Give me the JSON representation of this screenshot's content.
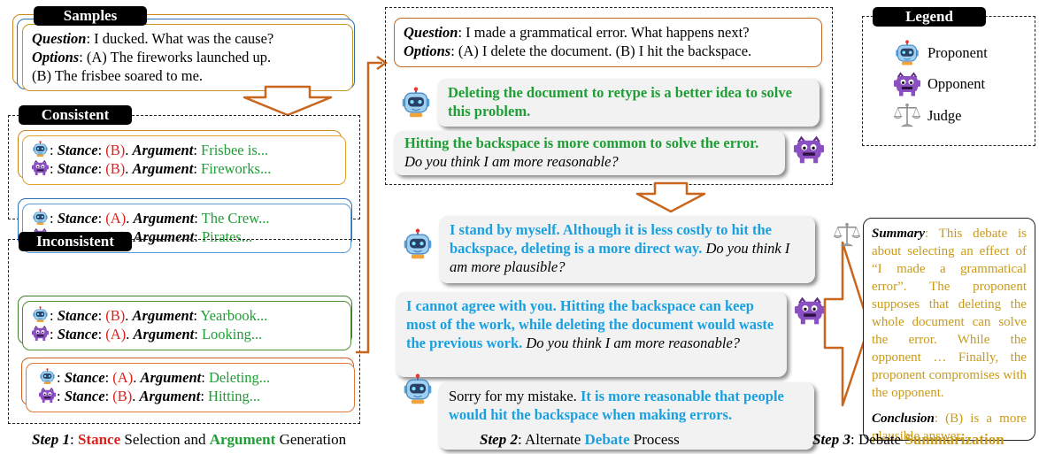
{
  "colors": {
    "stance": "#e0201b",
    "argument": "#1f9e35",
    "debate": "#1aa0e0",
    "summary": "#c99a1a",
    "sample_border": "#c8861e",
    "consistent_a": "#d08a22",
    "consistent_b": "#2f6fb8",
    "inconsistent_a": "#3e7e2a",
    "inconsistent_b": "#d06022"
  },
  "icons": {
    "proponent": "robot-icon",
    "opponent": "purple-monster-icon",
    "judge": "scales-icon"
  },
  "step1": {
    "samples_label": "Samples",
    "sample": {
      "q_label": "Question",
      "q_text": ": I ducked. What was the cause?",
      "o_label": "Options",
      "o_text": ": (A) The fireworks launched up.",
      "o_text2": "(B) The frisbee soared to me."
    },
    "consistent_label": "Consistent",
    "inconsistent_label": "Inconsistent",
    "stance_label": "Stance",
    "argument_label": "Argument",
    "colon": ": ",
    "sep": ". ",
    "arg_colon": ": ",
    "groups": [
      {
        "rows": [
          {
            "stance": "(B)",
            "arg": "Frisbee is..."
          },
          {
            "stance": "(B)",
            "arg": "Fireworks..."
          }
        ]
      },
      {
        "rows": [
          {
            "stance": "(A)",
            "arg": "The Crew..."
          },
          {
            "stance": "(A)",
            "arg": "Pirates..."
          }
        ]
      },
      {
        "rows": [
          {
            "stance": "(B)",
            "arg": "Yearbook..."
          },
          {
            "stance": "(A)",
            "arg": "Looking..."
          }
        ]
      },
      {
        "rows": [
          {
            "stance": "(A)",
            "arg": "Deleting..."
          },
          {
            "stance": "(B)",
            "arg": "Hitting..."
          }
        ]
      }
    ]
  },
  "step2": {
    "question": {
      "q_label": "Question",
      "q_text": ": I made a grammatical error. What happens next?",
      "o_label": "Options",
      "o_text": ": (A) I delete the document. (B) I hit the backspace."
    },
    "b1": "Deleting the document to retype is a better idea to solve this problem.",
    "b2_bold": "Hitting the backspace is more common to solve the error.",
    "b2_it": "Do you think I am more reasonable?",
    "b3_bold": "I stand by myself. Although it is less costly to hit the backspace, deleting is a more direct way.",
    "b3_it": "Do you think I am more plausible?",
    "b4_bold": "I cannot agree with you. Hitting the backspace can keep most of the work, while deleting the document would waste the previous work.",
    "b4_it": "Do you think I am more reasonable?",
    "b5_plain": "Sorry for my mistake.",
    "b5_bold": "It is more reasonable that people would hit the backspace when making errors."
  },
  "legend": {
    "title": "Legend",
    "proponent": "Proponent",
    "opponent": "Opponent",
    "judge": "Judge"
  },
  "summary": {
    "s_label": "Summary",
    "s_text": ": This debate is about selecting an effect of “I made a grammatical error”. The proponent supposes that deleting the whole document can solve the error. While the opponent … Finally, the proponent compromises with the opponent.",
    "c_label": "Conclusion",
    "c_text": ": (B) is a more plausible answer."
  },
  "captions": {
    "step1_label": "Step 1",
    "step1_colon": ": ",
    "step1_w1": "Stance",
    "step1_m": " Selection and ",
    "step1_w2": "Argument",
    "step1_end": " Generation",
    "step2_label": "Step 2",
    "step2_pre": ": Alternate ",
    "step2_w": "Debate",
    "step2_end": " Process",
    "step3_label": "Step 3",
    "step3_pre": ": Debate ",
    "step3_w": "Summarization"
  }
}
